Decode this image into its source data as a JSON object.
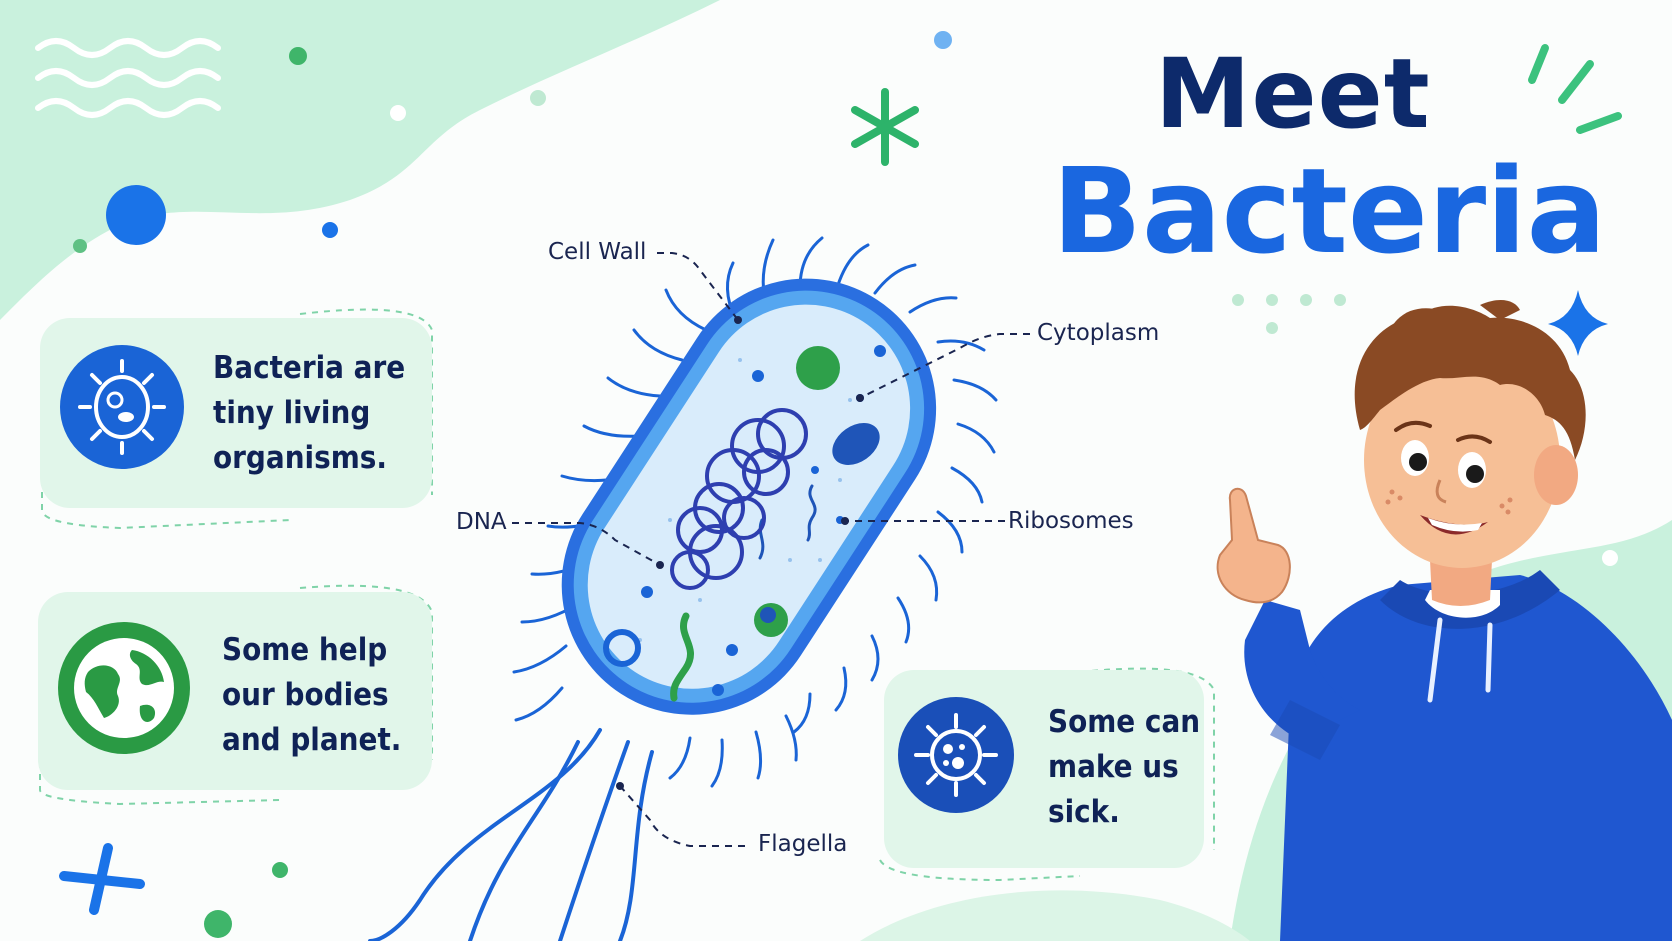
{
  "title": {
    "line1": "Meet",
    "line2": "Bacteria"
  },
  "facts": [
    {
      "text": "Bacteria are\ntiny living\norganisms.",
      "icon": "bacterium-icon"
    },
    {
      "text": "Some help\nour bodies\nand planet.",
      "icon": "globe-icon"
    },
    {
      "text": "Some can\nmake us\nsick.",
      "icon": "virus-icon"
    }
  ],
  "diagram": {
    "labels": {
      "cell_wall": "Cell Wall",
      "cytoplasm": "Cytoplasm",
      "dna": "DNA",
      "ribosomes": "Ribosomes",
      "flagella": "Flagella"
    }
  },
  "colors": {
    "navy": "#0d2a6b",
    "blue": "#1a67e0",
    "mint": "#bfeed6",
    "green": "#22a04a"
  }
}
